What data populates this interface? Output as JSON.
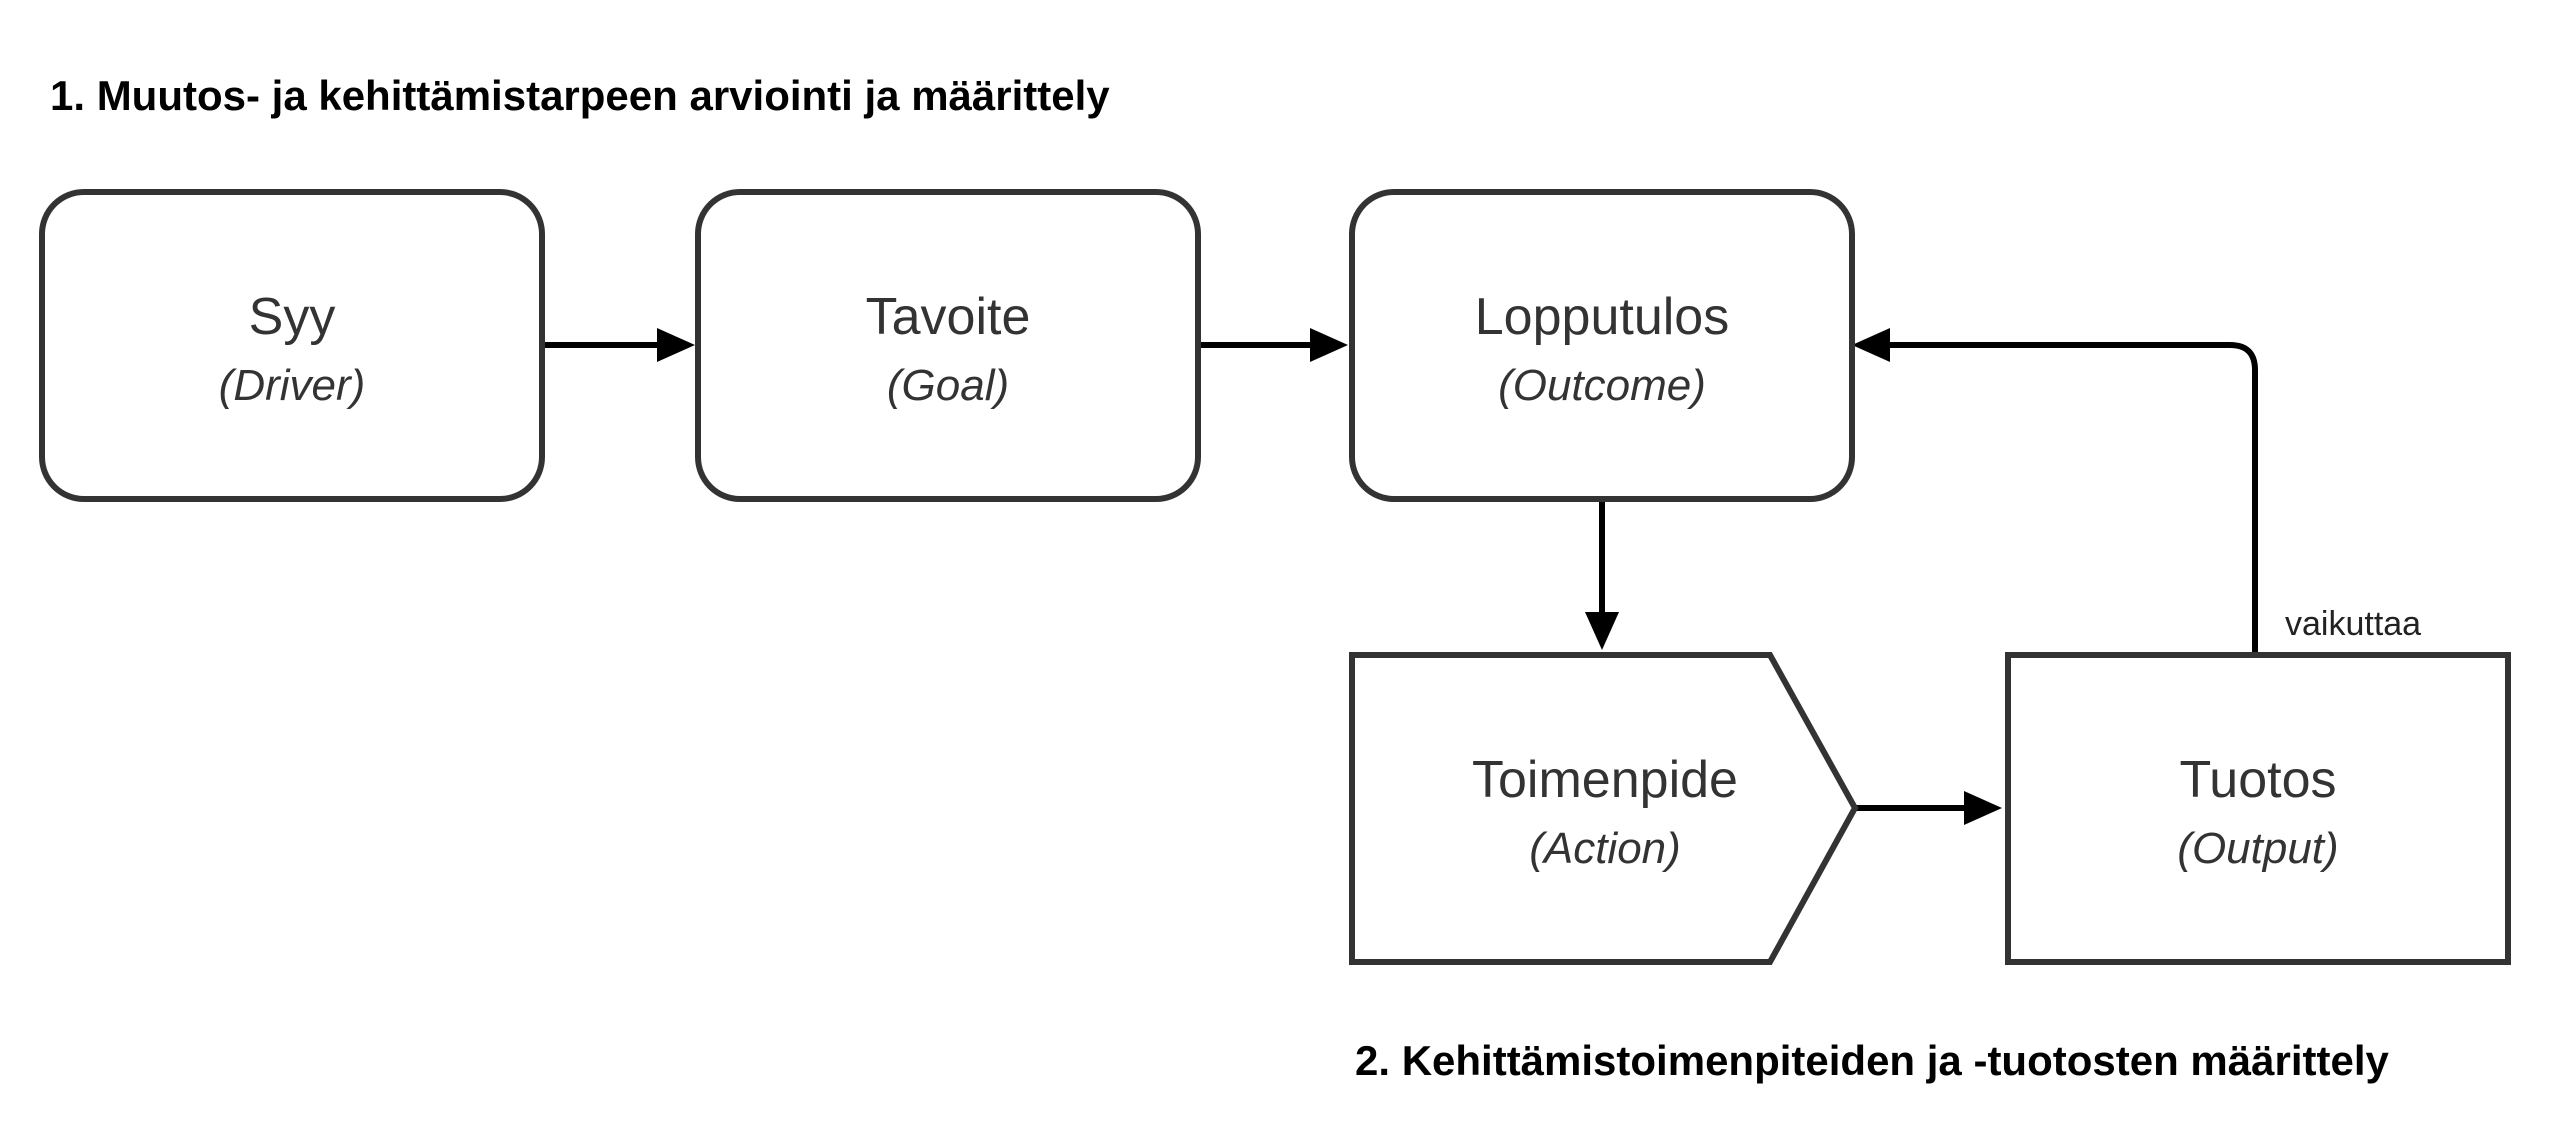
{
  "sections": {
    "section1": "1. Muutos- ja kehittämistarpeen arviointi ja määrittely",
    "section2": "2. Kehittämistoimenpiteiden ja -tuotosten määrittely"
  },
  "nodes": {
    "driver": {
      "label": "Syy",
      "sublabel": "(Driver)"
    },
    "goal": {
      "label": "Tavoite",
      "sublabel": "(Goal)"
    },
    "outcome": {
      "label": "Lopputulos",
      "sublabel": "(Outcome)"
    },
    "action": {
      "label": "Toimenpide",
      "sublabel": "(Action)"
    },
    "output": {
      "label": "Tuotos",
      "sublabel": "(Output)"
    }
  },
  "edges": {
    "output_to_outcome_label": "vaikuttaa"
  },
  "colors": {
    "stroke": "#333333",
    "arrow": "#000000",
    "background": "#ffffff"
  }
}
